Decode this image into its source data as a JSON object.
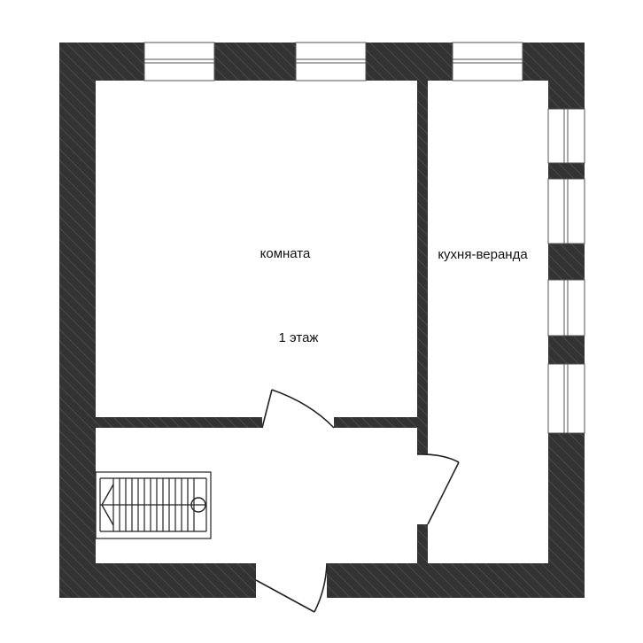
{
  "rooms": {
    "room_label": "комната",
    "kitchen_label": "кухня-веранда",
    "floor_label": "1 этаж"
  },
  "colors": {
    "wall": "#333333",
    "wall_hatch": "#4a4a4a",
    "floor": "#ffffff",
    "line": "#222222"
  }
}
